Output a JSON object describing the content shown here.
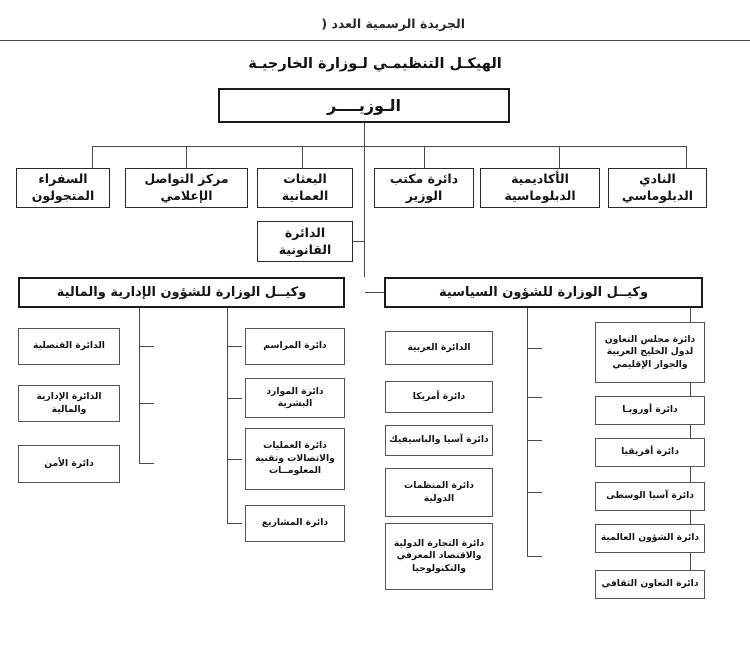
{
  "document": {
    "header_text": "الجريدة الرسمية العدد (",
    "chart_title": "الهيكـل التنظيمـي لـوزارة الخارجيـة"
  },
  "chart_data": {
    "type": "diagram",
    "diagram_kind": "organizational-chart",
    "direction": "rtl",
    "title": "الهيكـل التنظيمـي لـوزارة الخارجيـة",
    "levels": 3
  },
  "org": {
    "minister": {
      "label": "الـوزيــــر"
    },
    "minister_direct_units": [
      {
        "label": "النادي الدبلوماسي"
      },
      {
        "label": "الأكاديمية الدبلوماسية"
      },
      {
        "label": "دائرة مكتب الوزير"
      },
      {
        "label": "البعثات العمانية"
      },
      {
        "label": "مركز التواصل الإعلامي"
      },
      {
        "label": "السفراء المتجولون"
      }
    ],
    "legal_unit": {
      "label": "الدائرة القانونية"
    },
    "undersecretaries": [
      {
        "label": "وكيــل الوزارة للشؤون السياسية",
        "column_far": [
          {
            "label": "دائرة مجلس التعاون لدول الخليج العربية والجوار الإقليمي"
          },
          {
            "label": "دائرة أوروبـا"
          },
          {
            "label": "دائرة أفريقيا"
          },
          {
            "label": "دائرة آسيا الوسطى"
          },
          {
            "label": "دائرة الشؤون العالمية"
          },
          {
            "label": "دائرة التعاون الثقافي"
          }
        ],
        "column_near": [
          {
            "label": "الدائرة العربية"
          },
          {
            "label": "دائرة أمريكا"
          },
          {
            "label": "دائرة آسيا والباسيفيك"
          },
          {
            "label": "دائرة المنظمات الدولية"
          },
          {
            "label": "دائرة التجارة الدولية والاقتصاد المعرفي والتكنولوجيا"
          }
        ]
      },
      {
        "label": "وكيــل الوزارة للشؤون الإدارية والمالية",
        "column_near": [
          {
            "label": "دائرة المراسم"
          },
          {
            "label": "دائرة الموارد البشرية"
          },
          {
            "label": "دائرة العمليات والاتصالات وتقنية المعلومــات"
          },
          {
            "label": "دائرة المشاريع"
          }
        ],
        "column_far": [
          {
            "label": "الدائرة القنصلية"
          },
          {
            "label": "الدائرة الإدارية والمالية"
          },
          {
            "label": "دائرة الأمن"
          }
        ]
      }
    ]
  },
  "colors": {
    "page_background": "#ffffff",
    "box_border": "#555555",
    "strong_border": "#1c1c1c",
    "line": "#4a4a4a",
    "text": "#151515"
  }
}
